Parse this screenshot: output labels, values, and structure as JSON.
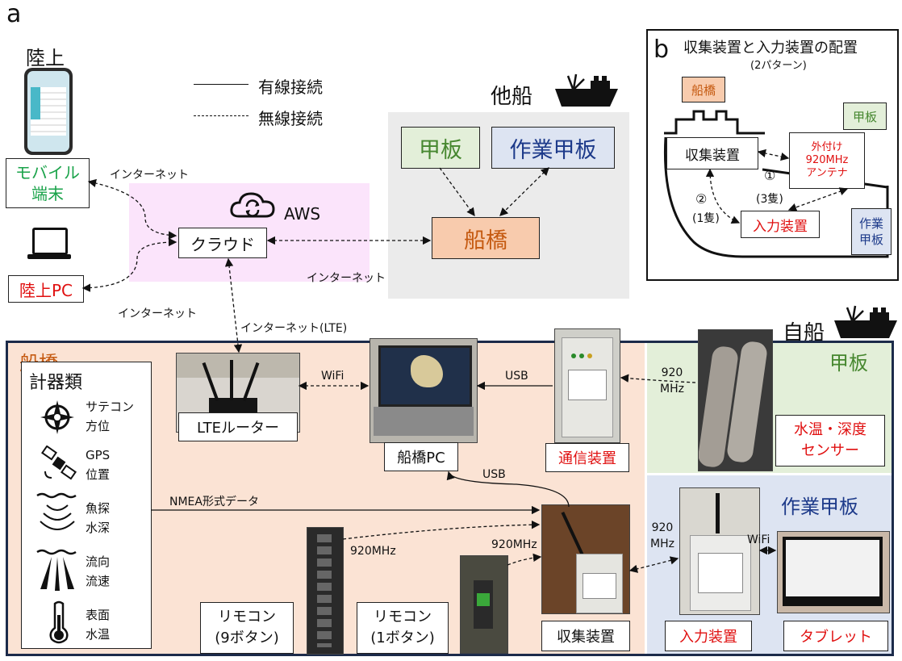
{
  "panel_a_label": "a",
  "panel_b_label": "b",
  "land": {
    "title": "陸上",
    "mobile_label": "モバイル端末",
    "pc_label": "陸上PC",
    "internet1": "インターネット",
    "internet2": "インターネット"
  },
  "legend": {
    "wired": "有線接続",
    "wireless": "無線接続"
  },
  "cloud": {
    "aws": "AWS",
    "cloud": "クラウド",
    "internet_lte": "インターネット(LTE)",
    "internet_ship": "インターネット"
  },
  "other_ship": {
    "title": "他船",
    "deck": "甲板",
    "work_deck": "作業甲板",
    "bridge": "船橋"
  },
  "panel_b": {
    "title": "収集装置と入力装置の配置",
    "subtitle": "(2パターン)",
    "bridge": "船橋",
    "deck": "甲板",
    "collector": "収集装置",
    "antenna": "外付け\n920MHz\nアンテナ",
    "pattern1": "①",
    "pattern1_count": "(3隻)",
    "pattern2": "②",
    "pattern2_count": "(1隻)",
    "input": "入力装置",
    "work_deck": "作業\n甲板"
  },
  "own_ship": {
    "title": "自船",
    "bridge_title": "船橋",
    "instruments_title": "計器類",
    "instruments": [
      {
        "name": "サテコン\n方位",
        "icon": "compass-icon"
      },
      {
        "name": "GPS\n位置",
        "icon": "satellite-icon"
      },
      {
        "name": "魚探\n水深",
        "icon": "sonar-icon"
      },
      {
        "name": "流向\n流速",
        "icon": "current-icon"
      },
      {
        "name": "表面\n水温",
        "icon": "thermometer-icon"
      }
    ],
    "lte_router": "LTEルーター",
    "wifi1": "WiFi",
    "bridge_pc": "船橋PC",
    "usb1": "USB",
    "usb2": "USB",
    "comm_device": "通信装置",
    "nmea": "NMEA形式データ",
    "mhz_9btn": "920MHz",
    "mhz_1btn": "920MHz",
    "remote9": "リモコン\n(9ボタン)",
    "remote1": "リモコン\n(1ボタン)",
    "collector": "収集装置",
    "deck_title": "甲板",
    "deck_mhz": "920\nMHz",
    "sensor": "水温・深度\nセンサー",
    "work_deck_title": "作業甲板",
    "work_mhz": "920\nMHz",
    "wifi2": "WiFi",
    "input_device": "入力装置",
    "tablet": "タブレット"
  },
  "colors": {
    "bridge_bg": "#fbe3d4",
    "deck_bg": "#e3efd9",
    "work_bg": "#dde4f2",
    "aws_bg": "#fbe4fb",
    "other_bg": "#ebebeb",
    "frame": "#1c2b4a"
  }
}
